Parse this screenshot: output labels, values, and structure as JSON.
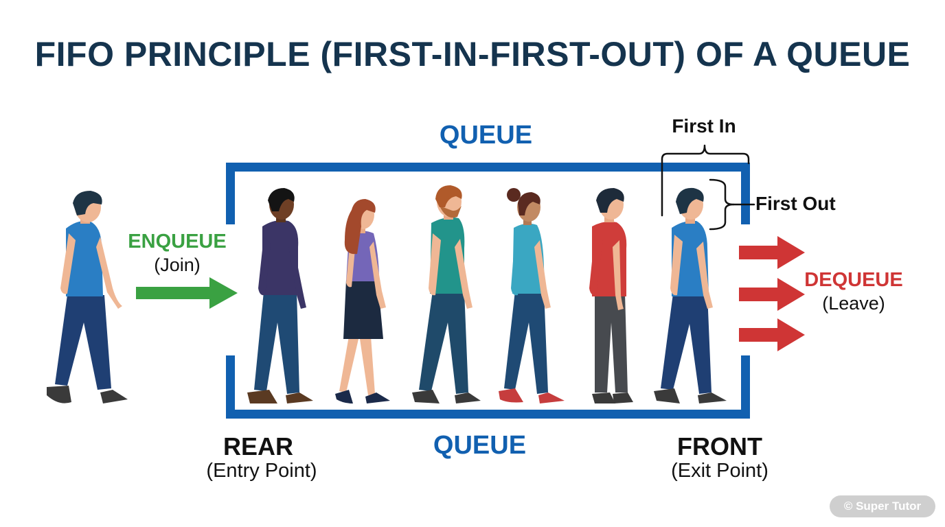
{
  "title": "FIFO PRINCIPLE (FIRST-IN-FIRST-OUT) OF A QUEUE",
  "queue_label_top": "QUEUE",
  "queue_label_bottom": "QUEUE",
  "first_in": "First In",
  "first_out": "First Out",
  "enqueue": {
    "label": "ENQUEUE",
    "sub": "(Join)"
  },
  "dequeue": {
    "label": "DEQUEUE",
    "sub": "(Leave)"
  },
  "rear": {
    "label": "REAR",
    "sub": "(Entry Point)"
  },
  "front": {
    "label": "FRONT",
    "sub": "(Exit Point)"
  },
  "watermark": "© Super Tutor",
  "colors": {
    "title": "#15344e",
    "queue_box": "#1160b0",
    "enqueue": "#3aa142",
    "dequeue": "#cf3535",
    "watermark_bg": "#cfcfcf"
  }
}
